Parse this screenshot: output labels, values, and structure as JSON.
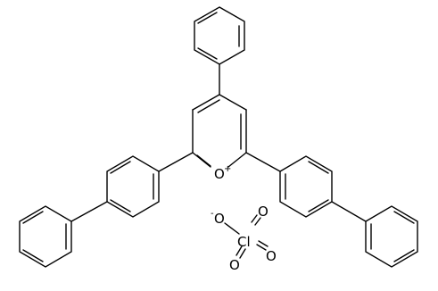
{
  "molecule": {
    "atom_labels": {
      "oxygen_ring": "O",
      "oxygen_ring_charge": "+",
      "chlorine": "Cl",
      "oxygen_1": "O",
      "oxygen_2": "O",
      "oxygen_3": "O",
      "oxygen_4": "O",
      "oxygen_neg_charge": "-"
    }
  },
  "colors": {
    "bond": "#000000",
    "text": "#000000",
    "background": "#ffffff"
  }
}
